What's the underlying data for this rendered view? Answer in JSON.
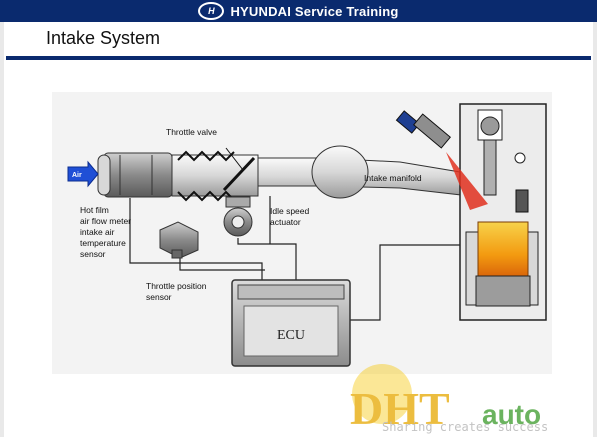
{
  "header": {
    "brand": "HYUNDAI Service Training",
    "color": "#0a2a6e"
  },
  "slide": {
    "title": "Intake System"
  },
  "diagram": {
    "labels": {
      "throttle_valve": "Throttle valve",
      "air": "Air",
      "intake_manifold": "Intake manifold",
      "hot_film_1": "Hot film",
      "hot_film_2": "air flow meter",
      "hot_film_3": "intake air",
      "hot_film_4": "temperature",
      "hot_film_5": "sensor",
      "idle_1": "Idle speed",
      "idle_2": "actuator",
      "tps_1": "Throttle position",
      "tps_2": "sensor",
      "ecu": "ECU"
    }
  },
  "watermark": {
    "mark": "DHT",
    "brand": "auto",
    "tagline": "Sharing creates success"
  },
  "colors": {
    "accent": "#0a2a6e",
    "combustion": "#f2a20e",
    "air_arrow": "#1f4fd6"
  }
}
